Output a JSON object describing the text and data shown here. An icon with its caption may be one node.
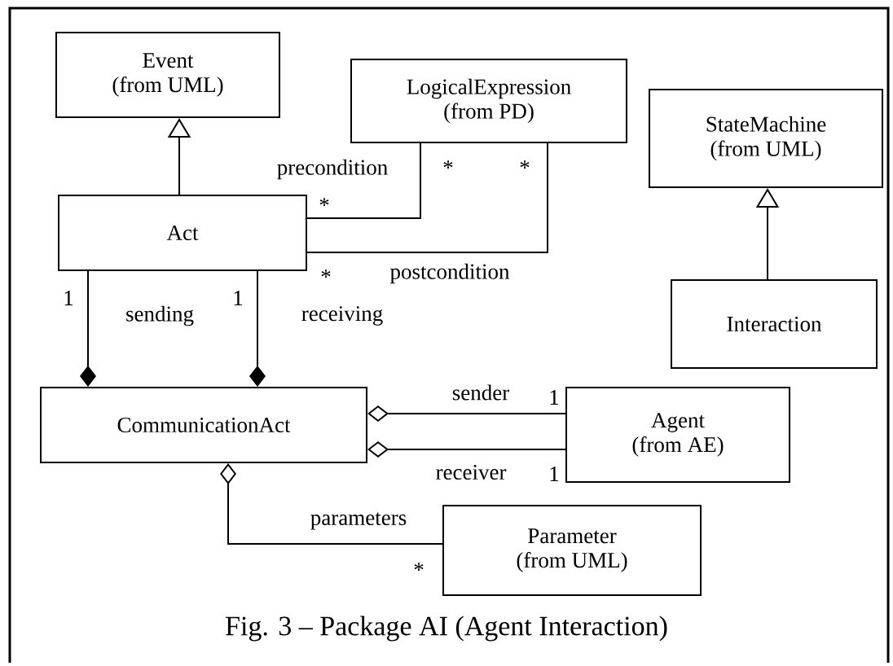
{
  "diagram": {
    "caption": "Fig. 3 – Package AI (Agent Interaction)",
    "nodes": [
      {
        "text": [
          "Event",
          "(from UML)"
        ]
      },
      {
        "text": [
          "LogicalExpression",
          "(from PD)"
        ]
      },
      {
        "text": [
          "StateMachine",
          "(from UML)"
        ]
      },
      {
        "text": [
          "Act"
        ]
      },
      {
        "text": [
          "Interaction"
        ]
      },
      {
        "text": [
          "CommunicationAct"
        ]
      },
      {
        "text": [
          "Agent",
          "(from AE)"
        ]
      },
      {
        "text": [
          "Parameter",
          "(from UML)"
        ]
      }
    ],
    "edges": [
      {
        "from": 3,
        "to": 0,
        "arrow": "to"
      },
      {
        "from": 3,
        "to": 1,
        "arrow": "none",
        "label": "precondition"
      },
      {
        "from": 3,
        "to": 1,
        "arrow": "none",
        "label": "postcondition"
      },
      {
        "from": 4,
        "to": 2,
        "arrow": "to"
      },
      {
        "from": 5,
        "to": 3,
        "arrow": "other",
        "label": "sending"
      },
      {
        "from": 5,
        "to": 3,
        "arrow": "other",
        "label": "receiving"
      },
      {
        "from": 5,
        "to": 6,
        "arrow": "other",
        "label": "sender"
      },
      {
        "from": 5,
        "to": 6,
        "arrow": "other",
        "label": "receiver"
      },
      {
        "from": 5,
        "to": 7,
        "arrow": "other",
        "label": "parameters"
      }
    ],
    "labels": [
      "*",
      "*",
      "*",
      "*",
      "1",
      "1",
      "1",
      "1",
      "*"
    ]
  }
}
